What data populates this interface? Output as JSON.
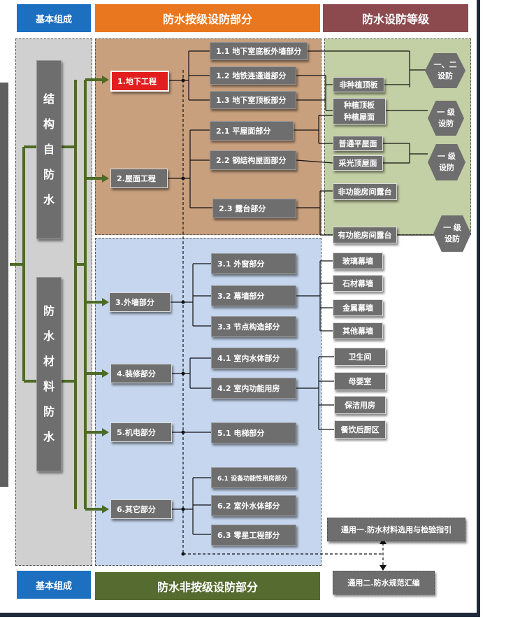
{
  "headers": {
    "basic": "基本组成",
    "graded": "防水按级设防部分",
    "levels": "防水设防等级",
    "basic_bottom": "基本组成",
    "nongraded": "防水非按级设防部分"
  },
  "left_columns": {
    "structural": [
      "结",
      "构",
      "自",
      "防",
      "水"
    ],
    "material": [
      "防",
      "水",
      "材",
      "料",
      "防",
      "水"
    ]
  },
  "categories": {
    "c1": "1.地下工程",
    "c2": "2.屋面工程",
    "c3": "3.外墙部分",
    "c4": "4.装修部分",
    "c5": "5.机电部分",
    "c6": "6.其它部分"
  },
  "subitems": {
    "s11": "1.1 地下室底板外墙部分",
    "s12": "1.2 地铁连通道部分",
    "s13": "1.3 地下室顶板部分",
    "s21": "2.1 平屋面部分",
    "s22": "2.2 钢结构屋面部分",
    "s23": "2.3 露台部分",
    "s31": "3.1 外窗部分",
    "s32": "3.2 幕墙部分",
    "s33": "3.3 节点构造部分",
    "s41": "4.1  室内水体部分",
    "s42": "4.2 室内功能用房",
    "s51": "5.1  电梯部分",
    "s61": "6.1 设备功能性用房部分",
    "s62": "6.2 室外水体部分",
    "s63": "6.3 零星工程部分"
  },
  "leaves": {
    "roof_nonplanted": "非种植顶板",
    "roof_planted_1": "种植顶板",
    "roof_planted_2": "种植屋面",
    "flat_roof": "普通平屋面",
    "skylight_roof": "采光顶屋面",
    "terrace_nonfunctional": "非功能房间露台",
    "terrace_functional": "有功能房间露台",
    "glass_curtain": "玻璃幕墙",
    "stone_curtain": "石材幕墙",
    "metal_curtain": "金属幕墙",
    "other_curtain": "其他幕墙",
    "toilet": "卫生间",
    "nursing_room": "母婴室",
    "cleaning_room": "保洁用房",
    "kitchen": "餐饮后厨区"
  },
  "levels": {
    "l12": [
      "一、二",
      "设防"
    ],
    "l1a": [
      "一  级",
      "设防"
    ],
    "l1b": [
      "一  级",
      "设防"
    ],
    "l1c": [
      "一  级",
      "设防"
    ]
  },
  "general": {
    "g1": "通用一.防水材料选用与检验指引",
    "g2": "通用二.防水规范汇编"
  },
  "colors": {
    "header_blue": "#1d6fc0",
    "header_orange": "#e8771f",
    "header_maroon": "#8c4a4f",
    "header_green": "#556b2f",
    "panel_tan": "#c8a07e",
    "panel_blue": "#c5d6ee",
    "panel_green": "#c3cfa4",
    "panel_gray": "#d0d0d0",
    "highlight_red": "#e21f1f",
    "connector_green": "#4e6b25"
  }
}
